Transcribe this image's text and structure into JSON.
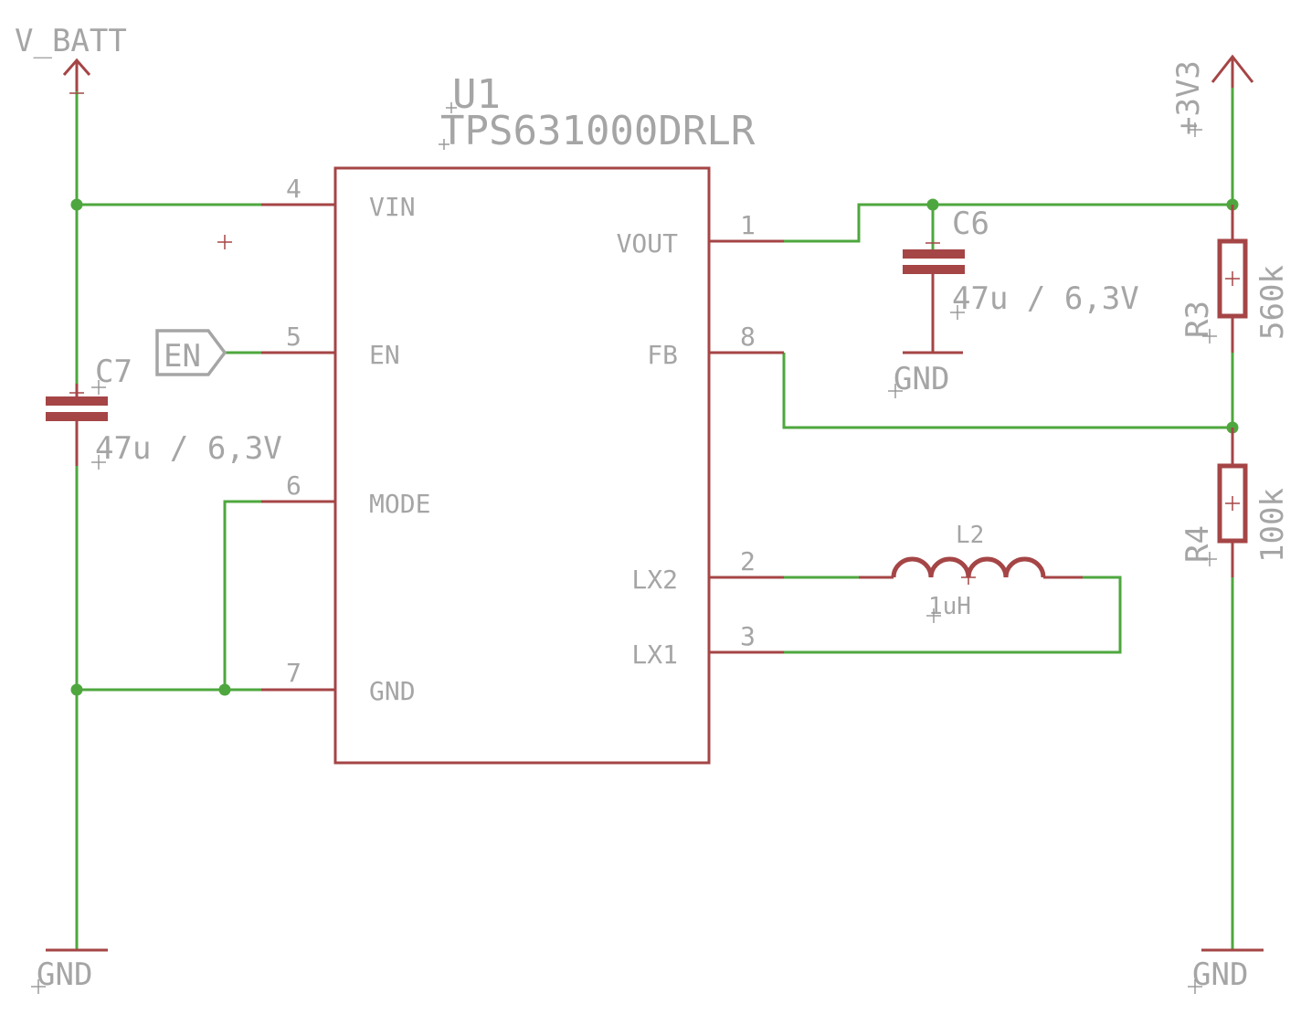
{
  "nets": {
    "v_batt": "V_BATT",
    "v3v3": "+3V3",
    "gnd_left": "GND",
    "gnd_c6": "GND",
    "gnd_right": "GND",
    "en_port": "EN"
  },
  "u1": {
    "ref": "U1",
    "value": "TPS631000DRLR",
    "pins": [
      {
        "number": "4",
        "name": "VIN"
      },
      {
        "number": "5",
        "name": "EN"
      },
      {
        "number": "6",
        "name": "MODE"
      },
      {
        "number": "7",
        "name": "GND"
      },
      {
        "number": "1",
        "name": "VOUT"
      },
      {
        "number": "8",
        "name": "FB"
      },
      {
        "number": "2",
        "name": "LX2"
      },
      {
        "number": "3",
        "name": "LX1"
      }
    ]
  },
  "c6": {
    "ref": "C6",
    "value": "47u / 6,3V"
  },
  "c7": {
    "ref": "C7",
    "value": "47u / 6,3V"
  },
  "r3": {
    "ref": "R3",
    "value": "560k"
  },
  "r4": {
    "ref": "R4",
    "value": "100k"
  },
  "l2": {
    "ref": "L2",
    "value": "1uH"
  },
  "colors": {
    "wire": "#4ea73e",
    "part": "#a54546",
    "text": "#a5a5a5"
  }
}
